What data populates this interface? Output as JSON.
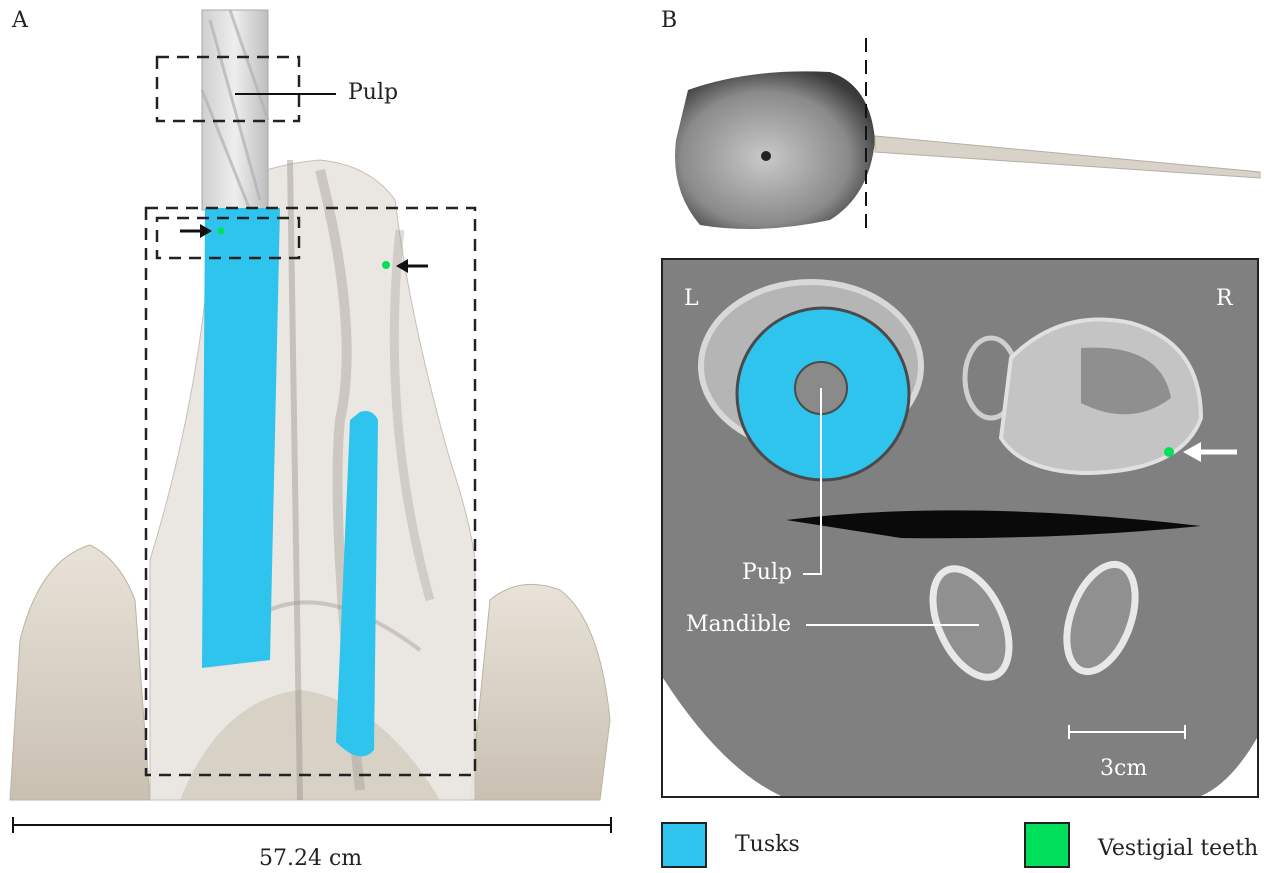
{
  "panel_a": {
    "letter": "A",
    "pulp_label": "Pulp",
    "scale_label": "57.24 cm"
  },
  "panel_b": {
    "letter": "B",
    "left_label": "L",
    "right_label": "R",
    "pulp_label": "Pulp",
    "mandible_label": "Mandible",
    "scale_label": "3cm"
  },
  "legend": {
    "items": [
      {
        "label": "Tusks",
        "color": "#2ec4ee"
      },
      {
        "label": "Vestigial teeth",
        "color": "#00e05a"
      }
    ]
  },
  "colors": {
    "tusk": "#2ec4ee",
    "vestigial": "#00e05a",
    "bone": "#ddd5c8",
    "ct_background": "#808080"
  }
}
